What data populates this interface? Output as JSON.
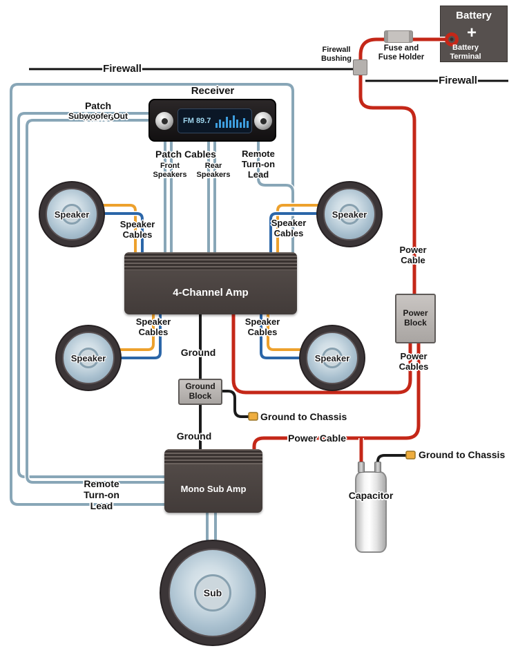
{
  "battery": {
    "title": "Battery",
    "terminal_label": "Battery\nTerminal",
    "plus_sign": "+"
  },
  "power_system": {
    "fuse_label": "Fuse and\nFuse Holder",
    "bushing_label": "Firewall\nBushing",
    "firewall_left_label": "Firewall",
    "firewall_right_label": "Firewall",
    "power_cable_right_label": "Power\nCable",
    "power_block_label": "Power\nBlock",
    "power_cables_label": "Power\nCables",
    "power_cable_mid_label": "Power Cable"
  },
  "receiver": {
    "label": "Receiver",
    "display_text": "FM 89.7"
  },
  "signal_cables": {
    "patch_left_title": "Patch Cables",
    "patch_left_sub": "Subwoofer Out",
    "patch_bottom_title": "Patch Cables",
    "front_speakers_label": "Front\nSpeakers",
    "rear_speakers_label": "Rear\nSpeakers",
    "remote_top_label": "Remote\nTurn-on\nLead",
    "remote_bottom_label": "Remote\nTurn-on\nLead",
    "speaker_cables_label": "Speaker\nCables"
  },
  "amplifiers": {
    "four_channel_label": "4-Channel Amp",
    "mono_sub_label": "Mono Sub Amp"
  },
  "grounding": {
    "ground_top_label": "Ground",
    "ground_block_label": "Ground\nBlock",
    "ground_to_chassis_label_1": "Ground to Chassis",
    "ground_bottom_label": "Ground",
    "ground_to_chassis_label_2": "Ground to Chassis"
  },
  "drivers": {
    "speaker_label": "Speaker",
    "sub_label": "Sub"
  },
  "capacitor": {
    "label": "Capacitor"
  },
  "colors": {
    "power_wire": "#c42718",
    "signal_wire": "#88a6b7",
    "ground_wire": "#1b1b1b",
    "speaker_wire_yellow": "#eda12d",
    "speaker_wire_blue": "#2b66a8",
    "firewall_line": "#111111"
  }
}
